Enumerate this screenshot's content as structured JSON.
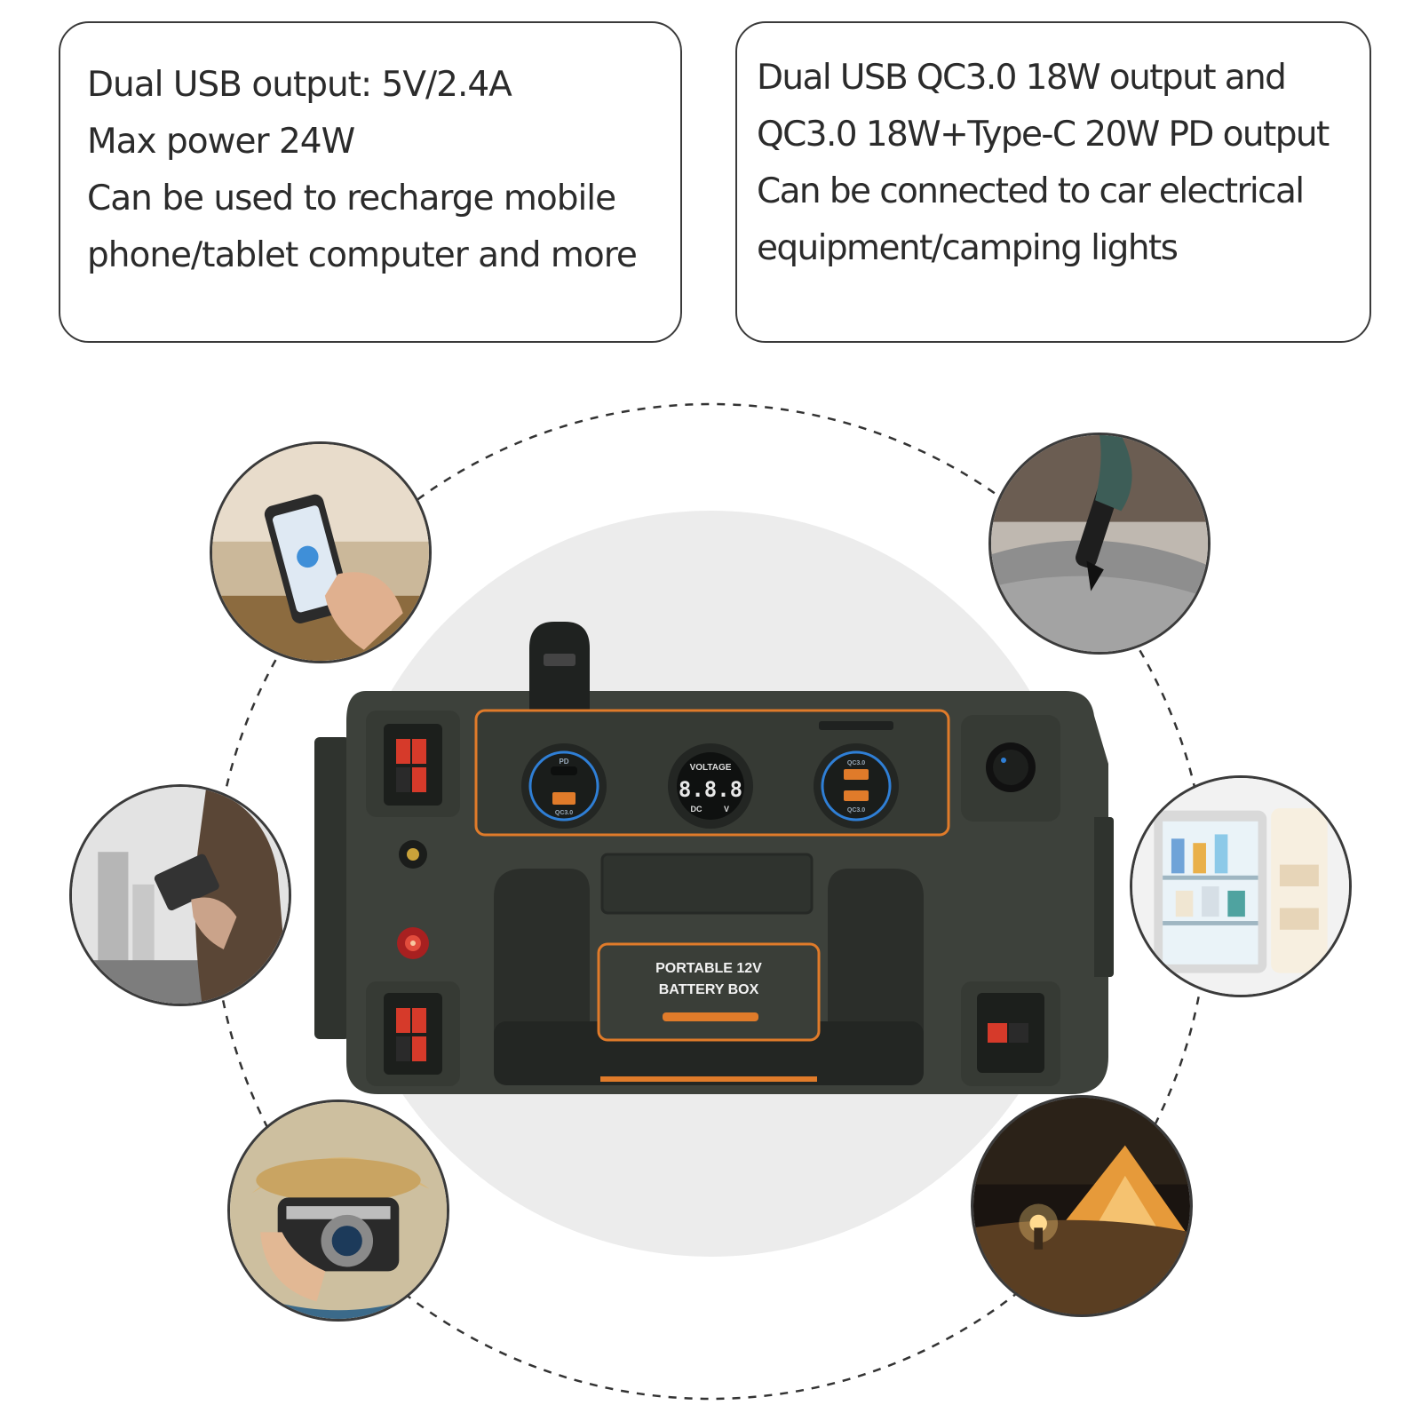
{
  "left_box": {
    "lines": [
      "Dual USB output: 5V/2.4A",
      "Max power 24W",
      "Can be used to recharge mobile",
      "phone/tablet computer and more"
    ]
  },
  "right_box": {
    "lines": [
      "Dual USB QC3.0 18W output and",
      "QC3.0 18W+Type-C 20W PD output",
      "Can be connected to car electrical",
      "equipment/camping lights"
    ]
  },
  "battery_box": {
    "label_line1": "PORTABLE 12V",
    "label_line2": "BATTERY BOX",
    "voltmeter_title": "VOLTAGE",
    "voltmeter_reading": "8.8.8",
    "voltmeter_dc": "DC",
    "voltmeter_v": "V",
    "pd_port_label": "PD",
    "qc_label": "QC3.0",
    "accent_color": "#e07b2a",
    "body_color": "#3a3e38"
  },
  "photos": [
    {
      "name": "smartphone",
      "icon": "phone-photo"
    },
    {
      "name": "vacuum",
      "icon": "vacuum-photo"
    },
    {
      "name": "tablet",
      "icon": "tablet-photo"
    },
    {
      "name": "mini-fridge",
      "icon": "fridge-photo"
    },
    {
      "name": "camera",
      "icon": "camera-photo"
    },
    {
      "name": "camping-tent",
      "icon": "tent-photo"
    }
  ]
}
